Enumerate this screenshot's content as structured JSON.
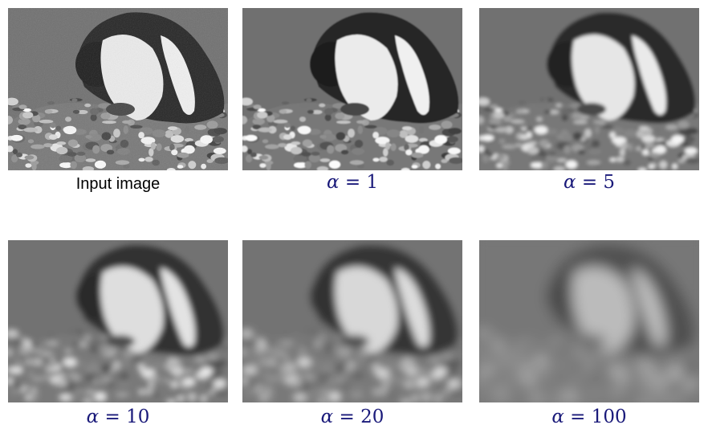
{
  "figure": {
    "panels": [
      {
        "id": "input",
        "caption_text": "Input image"
      },
      {
        "id": "alpha-1",
        "symbol": "α",
        "relation": "=",
        "value": "1"
      },
      {
        "id": "alpha-5",
        "symbol": "α",
        "relation": "=",
        "value": "5"
      },
      {
        "id": "alpha-10",
        "symbol": "α",
        "relation": "=",
        "value": "10"
      },
      {
        "id": "alpha-20",
        "symbol": "α",
        "relation": "=",
        "value": "20"
      },
      {
        "id": "alpha-100",
        "symbol": "α",
        "relation": "=",
        "value": "100"
      }
    ]
  },
  "colors": {
    "caption_math": "#1a1a7a",
    "caption_plain": "#000000"
  }
}
